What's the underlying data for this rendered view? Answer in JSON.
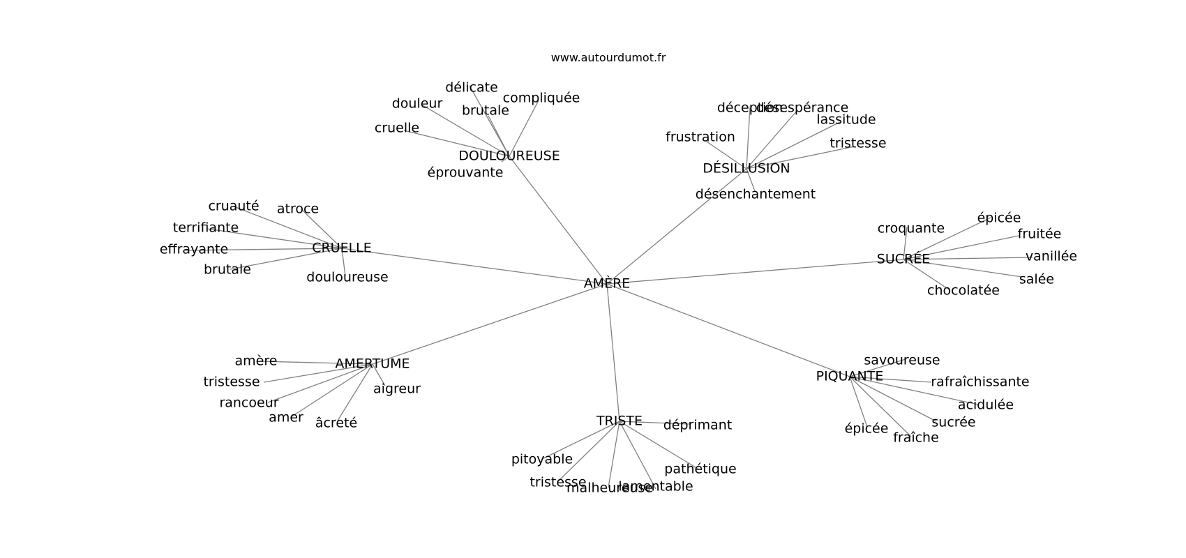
{
  "source": "www.autourdumot.fr",
  "graph": {
    "center": "AMÈRE",
    "clusters": [
      {
        "hub": "DOULOUREUSE",
        "leaves": [
          "délicate",
          "compliquée",
          "douleur",
          "brutale",
          "cruelle",
          "éprouvante"
        ]
      },
      {
        "hub": "DÉSILLUSION",
        "leaves": [
          "déception",
          "désespérance",
          "lassitude",
          "frustration",
          "tristesse",
          "désenchantement"
        ]
      },
      {
        "hub": "CRUELLE",
        "leaves": [
          "cruauté",
          "atroce",
          "terrifiante",
          "effrayante",
          "brutale",
          "douloureuse"
        ]
      },
      {
        "hub": "SUCRÉE",
        "leaves": [
          "croquante",
          "épicée",
          "fruitée",
          "vanillée",
          "salée",
          "chocolatée"
        ]
      },
      {
        "hub": "AMERTUME",
        "leaves": [
          "amère",
          "tristesse",
          "aigreur",
          "rancoeur",
          "amer",
          "âcreté"
        ]
      },
      {
        "hub": "PIQUANTE",
        "leaves": [
          "savoureuse",
          "rafraîchissante",
          "acidulée",
          "sucrée",
          "épicée",
          "fraîche"
        ]
      },
      {
        "hub": "TRISTE",
        "leaves": [
          "déprimant",
          "pitoyable",
          "pathétique",
          "tristesse",
          "malheureuse",
          "lamentable"
        ]
      }
    ]
  }
}
